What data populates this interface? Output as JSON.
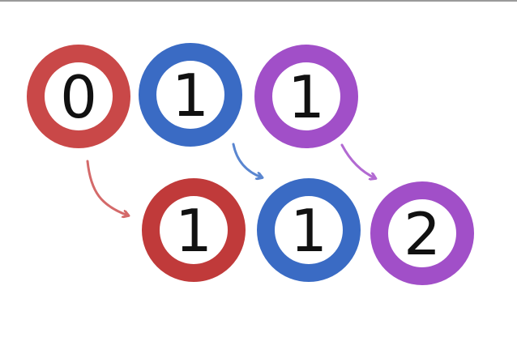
{
  "colors": {
    "red": "#c94848",
    "red_dark": "#c03a3a",
    "blue": "#3a6bc4",
    "purple": "#a14fc8",
    "red_arrow": "#d46a6a",
    "blue_arrow": "#5a86d0",
    "purple_arrow": "#b26ad2"
  },
  "top_row": [
    {
      "label": "0",
      "color": "red"
    },
    {
      "label": "1",
      "color": "blue"
    },
    {
      "label": "1",
      "color": "purple"
    }
  ],
  "bottom_row": [
    {
      "label": "1",
      "color": "red"
    },
    {
      "label": "1",
      "color": "blue"
    },
    {
      "label": "2",
      "color": "purple"
    }
  ],
  "arrows": [
    {
      "from": "top-0",
      "to": "bottom-0",
      "color": "red_arrow"
    },
    {
      "from": "top-1",
      "to": "bottom-1",
      "color": "blue_arrow"
    },
    {
      "from": "top-2",
      "to": "bottom-2",
      "color": "purple_arrow"
    }
  ]
}
